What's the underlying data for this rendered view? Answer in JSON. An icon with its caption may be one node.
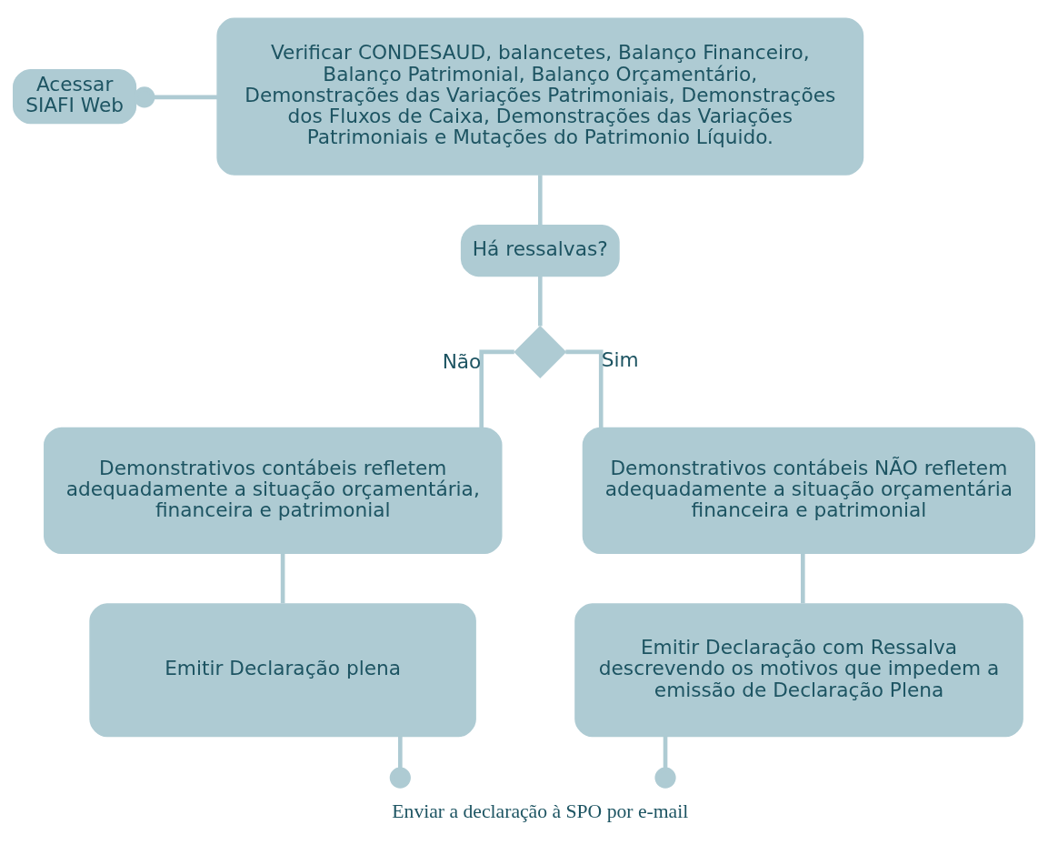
{
  "diagram": {
    "nodes": [
      {
        "text": [
          "Acessar SIAFI Web"
        ]
      },
      {
        "text": [
          "Verificar CONDESAUD, balancetes, Balanço Financeiro, Balanço Patrimonial, Balanço Orçamentário, Demonstrações das Variações Patrimoniais, Demonstrações dos Fluxos de Caixa, Demonstrações das Variações Patrimoniais e Mutações do Patrimonio Líquido."
        ]
      },
      {
        "text": [
          "Há ressalvas?"
        ]
      },
      {
        "text": [],
        "shape": "diamond"
      },
      {
        "text": [
          "Demonstrativos contábeis refletem adequadamente a situação orçamentária, financeira e patrimonial"
        ]
      },
      {
        "text": [
          "Demonstrativos contábeis NÃO refletem adequadamente a situação orçamentária financeira e patrimonial"
        ]
      },
      {
        "text": [
          "Emitir Declaração plena"
        ]
      },
      {
        "text": [
          "Emitir Declaração com Ressalva descrevendo os motivos que impedem a emissão de Declaração Plena"
        ]
      },
      {
        "text": [
          "Enviar a declaração à SPO por e-mail"
        ]
      }
    ],
    "edges": [
      {
        "from": 0,
        "to": 1,
        "arrow": "other"
      },
      {
        "from": 1,
        "to": 2,
        "arrow": "none"
      },
      {
        "from": 2,
        "to": 3,
        "arrow": "none"
      },
      {
        "from": 3,
        "to": 4,
        "arrow": "none",
        "label": "Não"
      },
      {
        "from": 3,
        "to": 5,
        "arrow": "none",
        "label": "Sim"
      },
      {
        "from": 4,
        "to": 6,
        "arrow": "none"
      },
      {
        "from": 5,
        "to": 7,
        "arrow": "none"
      },
      {
        "from": 6,
        "to": 8,
        "arrow": "other"
      },
      {
        "from": 7,
        "to": 8,
        "arrow": "other"
      }
    ]
  }
}
